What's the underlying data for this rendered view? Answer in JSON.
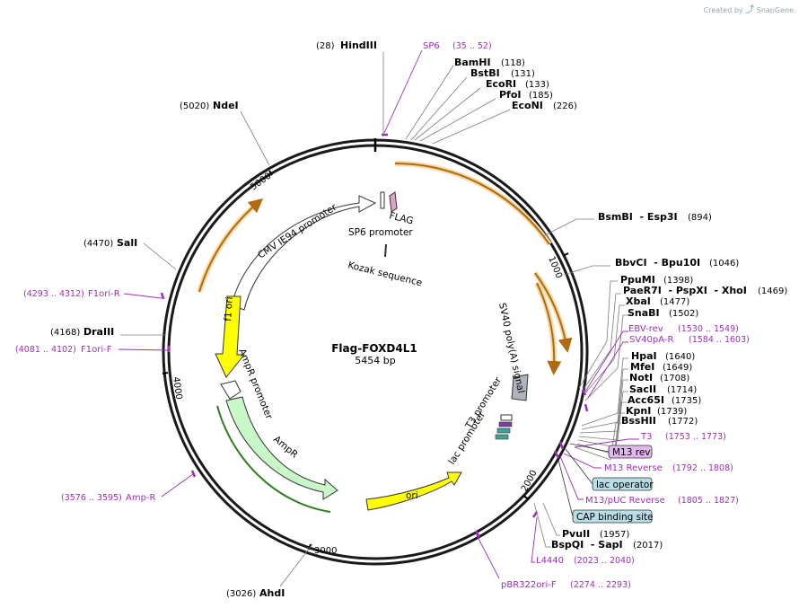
{
  "app": {
    "brand_prefix": "Created by",
    "brand_name": "SnapGene"
  },
  "plasmid": {
    "name": "Flag-FOXD4L1",
    "size": "5454 bp"
  },
  "sites": [
    {
      "pos": "(28)",
      "name": "HindIII"
    },
    {
      "name": "BamHI",
      "pos": "(118)"
    },
    {
      "name": "BstBI",
      "pos": "(131)"
    },
    {
      "name": "EcoRI",
      "pos": "(133)"
    },
    {
      "name": "PfoI",
      "pos": "(185)"
    },
    {
      "name": "EcoNI",
      "pos": "(226)"
    },
    {
      "name": "BsmBI  - Esp3I",
      "pos": "(894)"
    },
    {
      "name": "BbvCI  - Bpu10I",
      "pos": "(1046)"
    },
    {
      "name": "PpuMI",
      "pos": "(1398)"
    },
    {
      "name": "PaeR7I  - PspXI  - XhoI",
      "pos": "(1469)"
    },
    {
      "name": "XbaI",
      "pos": "(1477)"
    },
    {
      "name": "SnaBI",
      "pos": "(1502)"
    },
    {
      "name": "HpaI",
      "pos": "(1640)"
    },
    {
      "name": "MfeI",
      "pos": "(1649)"
    },
    {
      "name": "NotI",
      "pos": "(1708)"
    },
    {
      "name": "SacII",
      "pos": "(1714)"
    },
    {
      "name": "Acc65I",
      "pos": "(1735)"
    },
    {
      "name": "KpnI",
      "pos": "(1739)"
    },
    {
      "name": "BssHII",
      "pos": "(1772)"
    },
    {
      "name": "PvuII",
      "pos": "(1957)"
    },
    {
      "name": "BspQI  - SapI",
      "pos": "(2017)"
    },
    {
      "pos": "(3026)",
      "name": "AhdI"
    },
    {
      "pos": "(4168)",
      "name": "DraIII"
    },
    {
      "pos": "(4470)",
      "name": "SalI"
    },
    {
      "pos": "(5020)",
      "name": "NdeI"
    }
  ],
  "primers": [
    {
      "name": "SP6",
      "pos": "(35 .. 52)"
    },
    {
      "name": "EBV-rev",
      "pos": "(1530 .. 1549)"
    },
    {
      "name": "SV40pA-R",
      "pos": "(1584 .. 1603)"
    },
    {
      "name": "T3",
      "pos": "(1753 .. 1773)"
    },
    {
      "name": "M13 Reverse",
      "pos": "(1792 .. 1808)"
    },
    {
      "name": "M13/pUC Reverse",
      "pos": "(1805 .. 1827)"
    },
    {
      "name": "L4440",
      "pos": "(2023 .. 2040)"
    },
    {
      "name": "pBR322ori-F",
      "pos": "(2274 .. 2293)"
    },
    {
      "name": "Amp-R",
      "pos": "(3576 .. 3595)"
    },
    {
      "name": "F1ori-F",
      "pos": "(4081 .. 4102)"
    },
    {
      "name": "F1ori-R",
      "pos": "(4293 .. 4312)"
    }
  ],
  "tags": [
    "M13 rev",
    "lac operator",
    "CAP binding site"
  ],
  "features": [
    "FLAG",
    "SP6 promoter",
    "Kozak sequence",
    "CMV IE94 promoter",
    "f1 ori",
    "AmpR promoter",
    "AmpR",
    "ori",
    "SV40 poly(A) signal",
    "T3 promoter",
    "lac promoter"
  ],
  "ticks": [
    "1000",
    "2000",
    "3000",
    "4000",
    "5000"
  ],
  "colors": {
    "ring": "#1a1a1a",
    "primer": "#9b2fb8",
    "orf": "#f2a540",
    "yellow": "#ffff00",
    "green": "#c8f7c8",
    "site_line": "#7a7a7a",
    "m13_tag": "#e0b8ec",
    "lac_tag": "#b9dde6"
  }
}
